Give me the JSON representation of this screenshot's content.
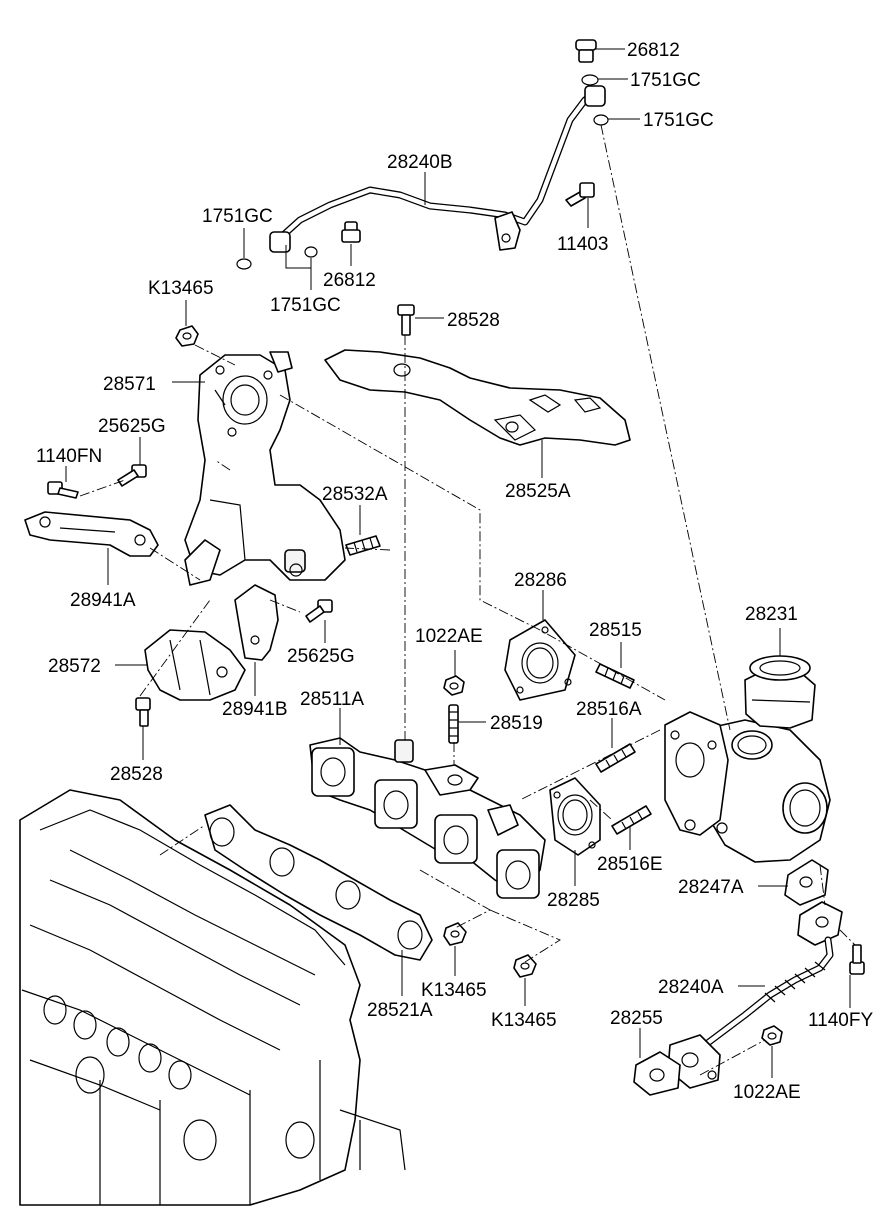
{
  "labels": {
    "p26812_top": "26812",
    "p1751gc_top1": "1751GC",
    "p1751gc_top2": "1751GC",
    "p28240b": "28240B",
    "p1751gc_left": "1751GC",
    "p11403": "11403",
    "p26812_mid": "26812",
    "p1751gc_mid": "1751GC",
    "pk13465_top": "K13465",
    "p28528_top": "28528",
    "p28571": "28571",
    "p25625g_top": "25625G",
    "p1140fn": "1140FN",
    "p28532a": "28532A",
    "p28525a": "28525A",
    "p28941a": "28941A",
    "p28286": "28286",
    "p28231": "28231",
    "p28515": "28515",
    "p1022ae_top": "1022AE",
    "p25625g_mid": "25625G",
    "p28572": "28572",
    "p28941b": "28941B",
    "p28511a": "28511A",
    "p28519": "28519",
    "p28516a": "28516A",
    "p28528_bot": "28528",
    "p28516e": "28516E",
    "p28247a": "28247A",
    "p28285": "28285",
    "p28240a": "28240A",
    "pk13465_mid": "K13465",
    "pk13465_bot": "K13465",
    "p28521a": "28521A",
    "p28255": "28255",
    "p1140fy": "1140FY",
    "p1022ae_bot": "1022AE"
  }
}
